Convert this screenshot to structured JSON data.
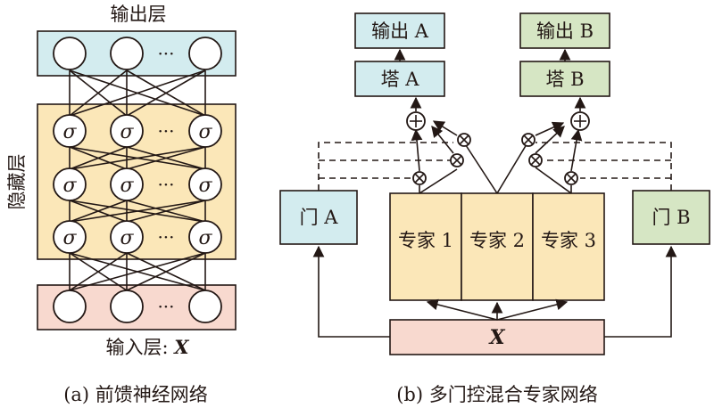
{
  "panel_a": {
    "output_layer_label": "输出层",
    "hidden_layer_label": "隐藏层",
    "input_layer_label_prefix": "输入层: ",
    "input_layer_label_var": "X",
    "activation_symbol": "σ",
    "ellipsis": "···",
    "caption": "(a) 前馈神经网络"
  },
  "panel_b": {
    "output_a": "输出 A",
    "output_b": "输出 B",
    "tower_a": "塔 A",
    "tower_b": "塔 B",
    "gate_a": "门 A",
    "gate_b": "门 B",
    "experts": [
      "专家 1",
      "专家 2",
      "专家 3"
    ],
    "input_label": "X",
    "caption": "(b) 多门控混合专家网络"
  },
  "colors": {
    "output_layer": "#d3ecef",
    "hidden_layer": "#fbe7b8",
    "input_layer": "#f8d9cf",
    "tower_a": "#d3ecef",
    "tower_b": "#d6e6c4",
    "gate_a": "#d3ecef",
    "gate_b": "#d6e6c4",
    "experts": "#fbe7b8",
    "input_x": "#f8d9cf",
    "stroke": "#231815"
  }
}
